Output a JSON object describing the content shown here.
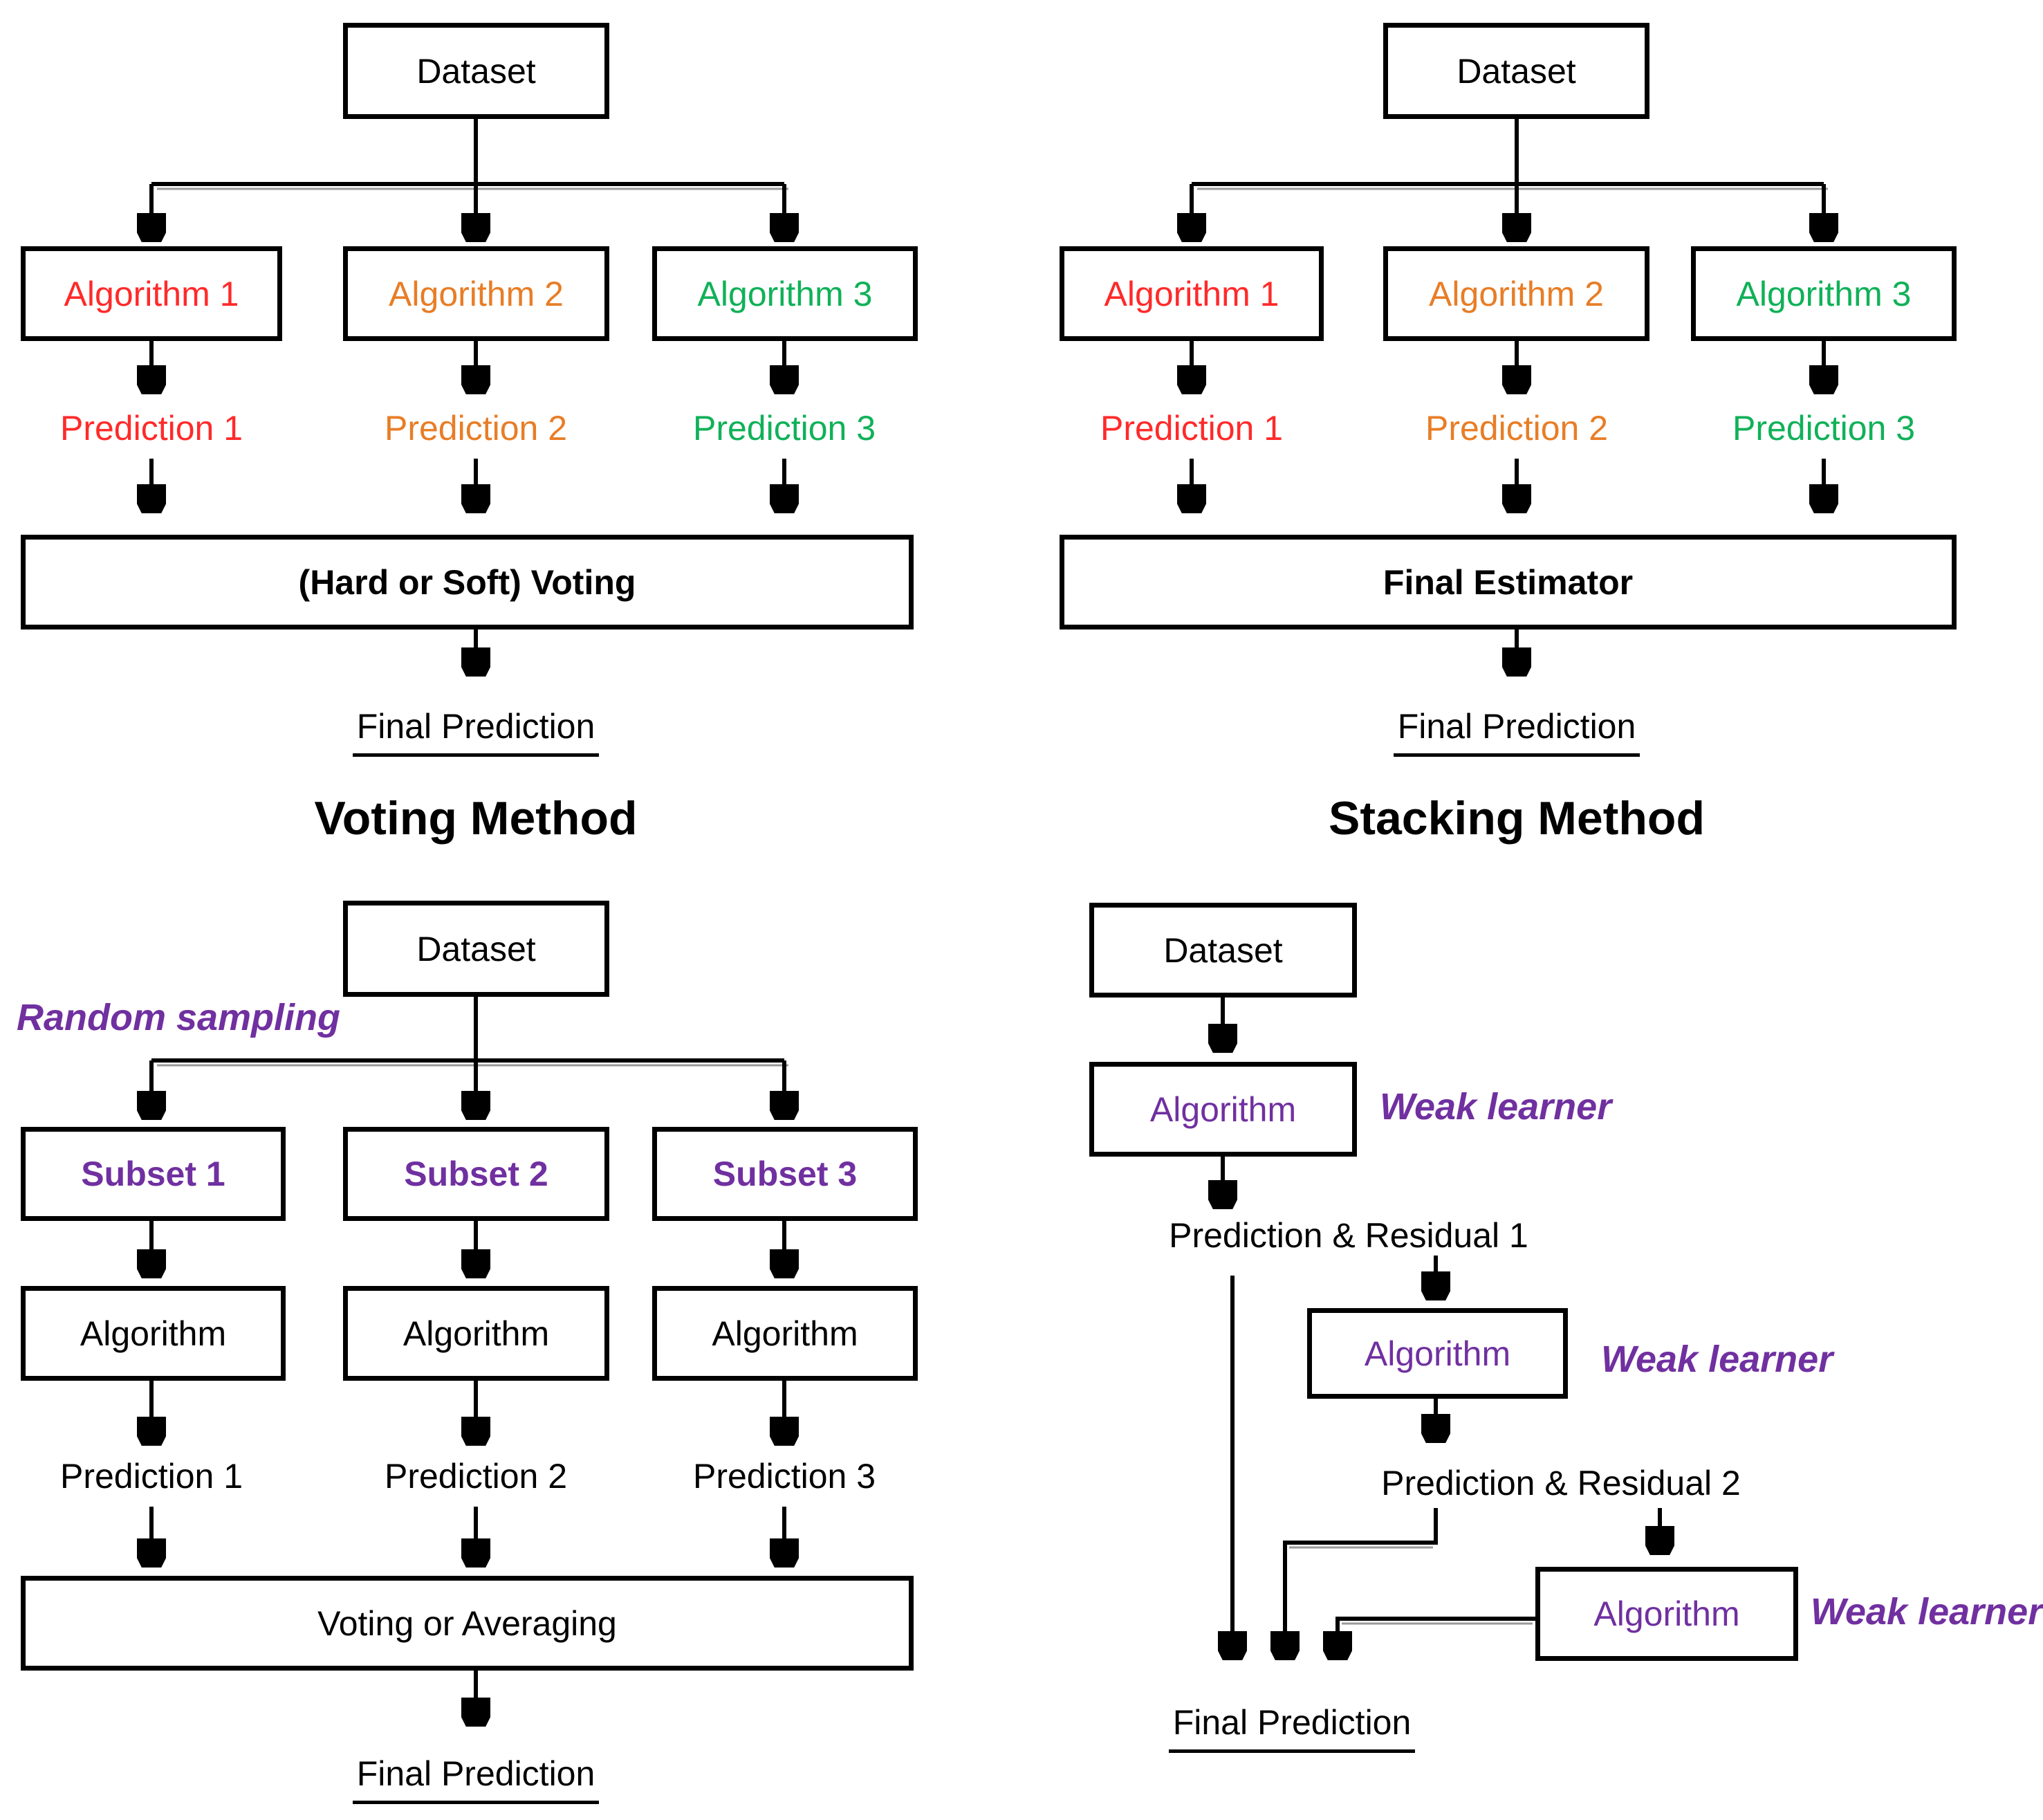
{
  "colors": {
    "red": "#ff2a2a",
    "orange": "#e87d26",
    "green": "#10b158",
    "purple": "#7030a0",
    "black": "#000000"
  },
  "voting": {
    "title": "Voting Method",
    "dataset": "Dataset",
    "algorithms": [
      "Algorithm 1",
      "Algorithm 2",
      "Algorithm 3"
    ],
    "predictions": [
      "Prediction 1",
      "Prediction 2",
      "Prediction 3"
    ],
    "combiner": "(Hard or Soft) Voting",
    "final": "Final Prediction"
  },
  "stacking": {
    "title": "Stacking Method",
    "dataset": "Dataset",
    "algorithms": [
      "Algorithm 1",
      "Algorithm 2",
      "Algorithm 3"
    ],
    "predictions": [
      "Prediction 1",
      "Prediction 2",
      "Prediction 3"
    ],
    "combiner": "Final Estimator",
    "final": "Final Prediction"
  },
  "bagging": {
    "dataset": "Dataset",
    "sampling_label": "Random sampling",
    "subsets": [
      "Subset 1",
      "Subset 2",
      "Subset 3"
    ],
    "algorithms": [
      "Algorithm",
      "Algorithm",
      "Algorithm"
    ],
    "predictions": [
      "Prediction 1",
      "Prediction 2",
      "Prediction 3"
    ],
    "combiner": "Voting or Averaging",
    "final": "Final Prediction"
  },
  "boosting": {
    "dataset": "Dataset",
    "weak_learner_label": "Weak learner",
    "algorithms": [
      "Algorithm",
      "Algorithm",
      "Algorithm"
    ],
    "outputs": [
      "Prediction & Residual 1",
      "Prediction & Residual 2"
    ],
    "final": "Final Prediction"
  }
}
